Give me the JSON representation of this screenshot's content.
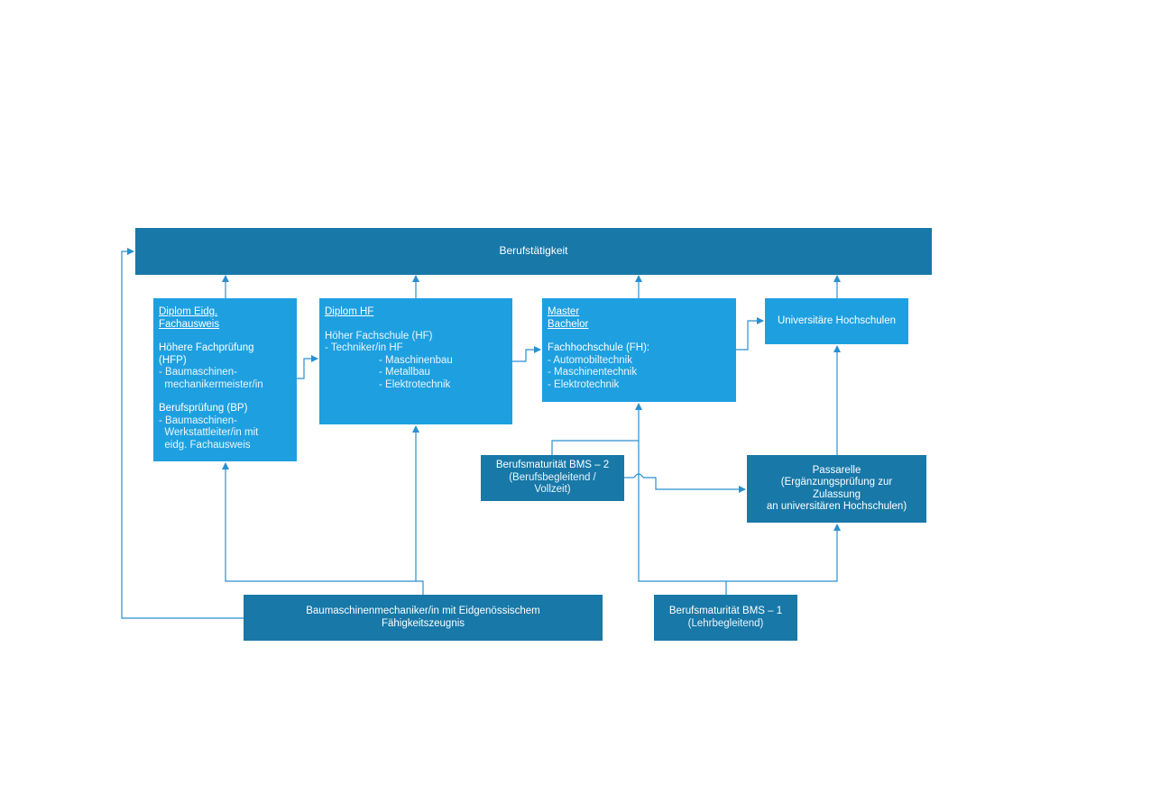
{
  "berufstaetigkeit": "Berufstätigkeit",
  "diplom_eidg": {
    "heading": [
      "Diplom Eidg.",
      "Fachausweis"
    ],
    "hfp_title": [
      "Höhere Fachprüfung",
      "(HFP)"
    ],
    "hfp_items": [
      "- Baumaschinen-",
      "  mechanikermeister/in"
    ],
    "bp_title": "Berufsprüfung (BP)",
    "bp_items": [
      "- Baumaschinen-",
      "  Werkstattleiter/in mit",
      "  eidg. Fachausweis"
    ]
  },
  "diplom_hf": {
    "heading": "Diplom HF",
    "school": "Höher Fachschule (HF)",
    "techniker": "- Techniker/in HF",
    "items": [
      "- Maschinenbau",
      "- Metallbau",
      "- Elektrotechnik"
    ]
  },
  "master_bachelor": {
    "heading": [
      "Master",
      "Bachelor"
    ],
    "school": "Fachhochschule (FH):",
    "items": [
      "- Automobiltechnik",
      "- Maschinentechnik",
      "- Elektrotechnik"
    ]
  },
  "universitaere": "Universitäre Hochschulen",
  "bms2": {
    "title": "Berufsmaturität BMS – 2",
    "sub": [
      "(Berufsbegleitend /",
      "Vollzeit)"
    ]
  },
  "passarelle": {
    "title": "Passarelle",
    "sub": [
      "(Ergänzungsprüfung zur",
      "Zulassung",
      "an universitären Hochschulen)"
    ]
  },
  "baumaschinen": [
    "Baumaschinenmechaniker/in mit Eidgenössischem",
    "Fähigkeitszeugnis"
  ],
  "bms1": {
    "title": "Berufsmaturität BMS – 1",
    "sub": "(Lehrbegleitend)"
  },
  "colors": {
    "dark_box": "#1878a8",
    "light_box": "#1ea0e0",
    "connector": "#2a8fd0"
  }
}
